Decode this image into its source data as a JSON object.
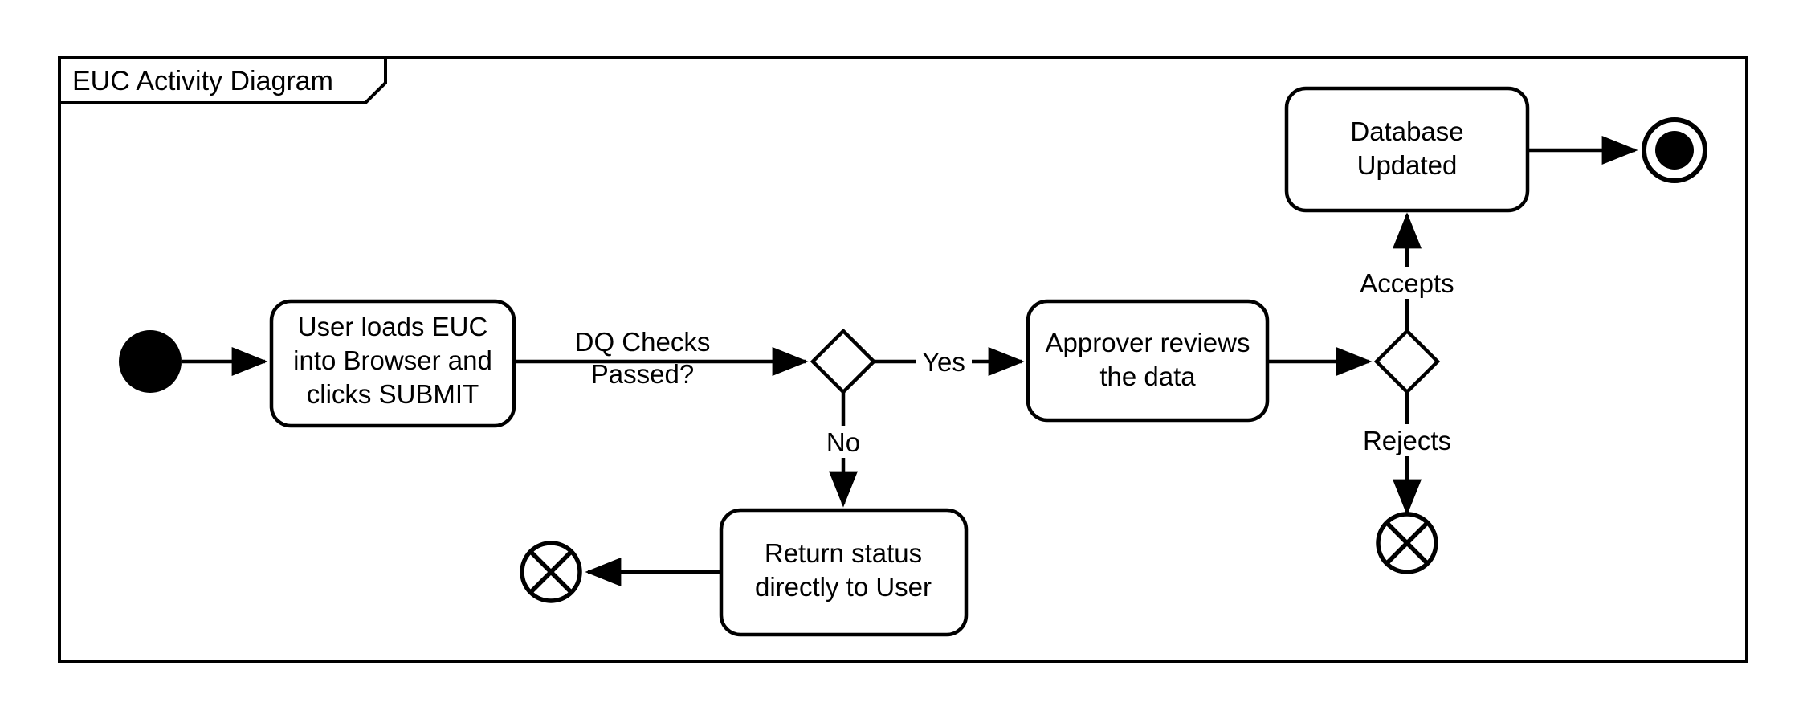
{
  "frame": {
    "title": "EUC Activity Diagram",
    "border_color": "#000000",
    "background_color": "#ffffff"
  },
  "diagram": {
    "type": "uml-activity-diagram",
    "line_color": "#000000",
    "fill_color": "#ffffff",
    "nodes": [
      {
        "id": "start",
        "kind": "initial-node",
        "label": ""
      },
      {
        "id": "load-euc",
        "kind": "action",
        "label_line1": "User loads EUC",
        "label_line2": "into Browser and",
        "label_line3": "clicks SUBMIT"
      },
      {
        "id": "dq-decision",
        "kind": "decision",
        "label": ""
      },
      {
        "id": "approver-review",
        "kind": "action",
        "label_line1": "Approver reviews",
        "label_line2": "the data"
      },
      {
        "id": "approval-decision",
        "kind": "decision",
        "label": ""
      },
      {
        "id": "database-updated",
        "kind": "action",
        "label_line1": "Database",
        "label_line2": "Updated"
      },
      {
        "id": "return-status",
        "kind": "action",
        "label_line1": "Return status",
        "label_line2": "directly to User"
      },
      {
        "id": "final",
        "kind": "activity-final-node",
        "label": ""
      },
      {
        "id": "flow-final-reject",
        "kind": "flow-final-node",
        "label": ""
      },
      {
        "id": "flow-final-return",
        "kind": "flow-final-node",
        "label": ""
      }
    ],
    "edges": [
      {
        "from": "start",
        "to": "load-euc",
        "label": ""
      },
      {
        "from": "load-euc",
        "to": "dq-decision",
        "label_line1": "DQ Checks",
        "label_line2": "Passed?"
      },
      {
        "from": "dq-decision",
        "to": "approver-review",
        "label": "Yes"
      },
      {
        "from": "dq-decision",
        "to": "return-status",
        "label": "No"
      },
      {
        "from": "return-status",
        "to": "flow-final-return",
        "label": ""
      },
      {
        "from": "approver-review",
        "to": "approval-decision",
        "label": ""
      },
      {
        "from": "approval-decision",
        "to": "database-updated",
        "label": "Accepts"
      },
      {
        "from": "approval-decision",
        "to": "flow-final-reject",
        "label": "Rejects"
      },
      {
        "from": "database-updated",
        "to": "final",
        "label": ""
      }
    ],
    "edge_labels": {
      "dq_checks_l1": "DQ Checks",
      "dq_checks_l2": "Passed?",
      "yes": "Yes",
      "no": "No",
      "accepts": "Accepts",
      "rejects": "Rejects"
    }
  }
}
